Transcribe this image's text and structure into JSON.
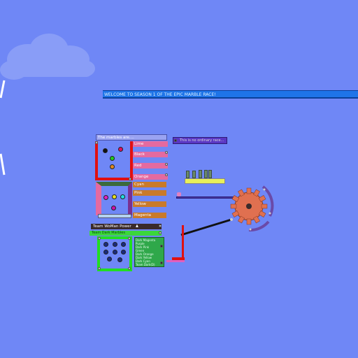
{
  "banner": {
    "text": "WELCOME TO SEASON 1 OF THE EPIC MARBLE RACE!"
  },
  "panel": {
    "title": "The marbles are....",
    "colors": [
      "Lime",
      "Black",
      "Red",
      "Orange",
      "Cyan",
      "Pink",
      "Yellow",
      "Magenta"
    ]
  },
  "tooltip": {
    "text": "This is no ordinary race..."
  },
  "team": {
    "name": "Team WoMan Power",
    "icon": "person-icon",
    "subtitle": "Team Dark Marbles",
    "members": [
      "Dark Magenta",
      "Purple",
      "Dark Pink",
      "Green",
      "Dark Orange",
      "Dark Yellow",
      "Dark Cyan",
      "Team Dark(D)"
    ]
  },
  "colors": {
    "sky": "#6f87f6",
    "banner": "#1e74e8",
    "team_red": "#e01010",
    "team_green": "#22dd22",
    "label_pink": "#e46aa0",
    "label_orange": "#c97a2a",
    "gear": "#e07050"
  }
}
